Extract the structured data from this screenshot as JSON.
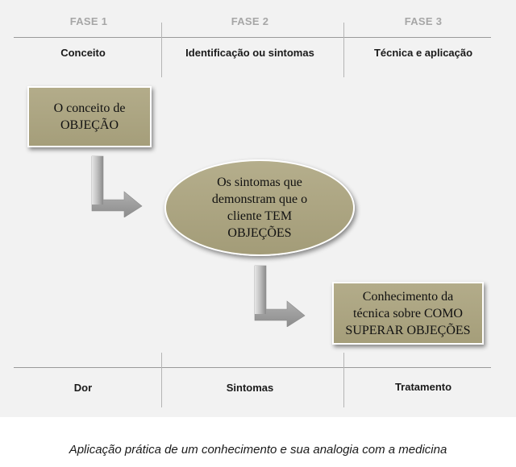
{
  "header": {
    "phases": [
      "FASE 1",
      "FASE 2",
      "FASE 3"
    ],
    "columns": [
      "Conceito",
      "Identificação ou sintomas",
      "Técnica e aplicação"
    ]
  },
  "diagram": {
    "box1": {
      "line1": "O conceito de",
      "line2": "OBJEÇÃO"
    },
    "ellipse": {
      "line1": "Os sintomas que",
      "line2": "demonstram que o",
      "line3": "cliente TEM",
      "line4": "OBJEÇÕES"
    },
    "box3": {
      "line1": "Conhecimento da",
      "line2": "técnica sobre COMO",
      "line3": "SUPERAR OBJEÇÕES"
    }
  },
  "footer": {
    "columns": [
      "Dor",
      "Sintomas",
      "Tratamento"
    ]
  },
  "caption": "Aplicação prática de um conhecimento e sua analogia com a medicina",
  "colors": {
    "shape_fill": "#aca583",
    "panel_bg": "#f2f2f2",
    "phase_text": "#a6a6a6"
  }
}
